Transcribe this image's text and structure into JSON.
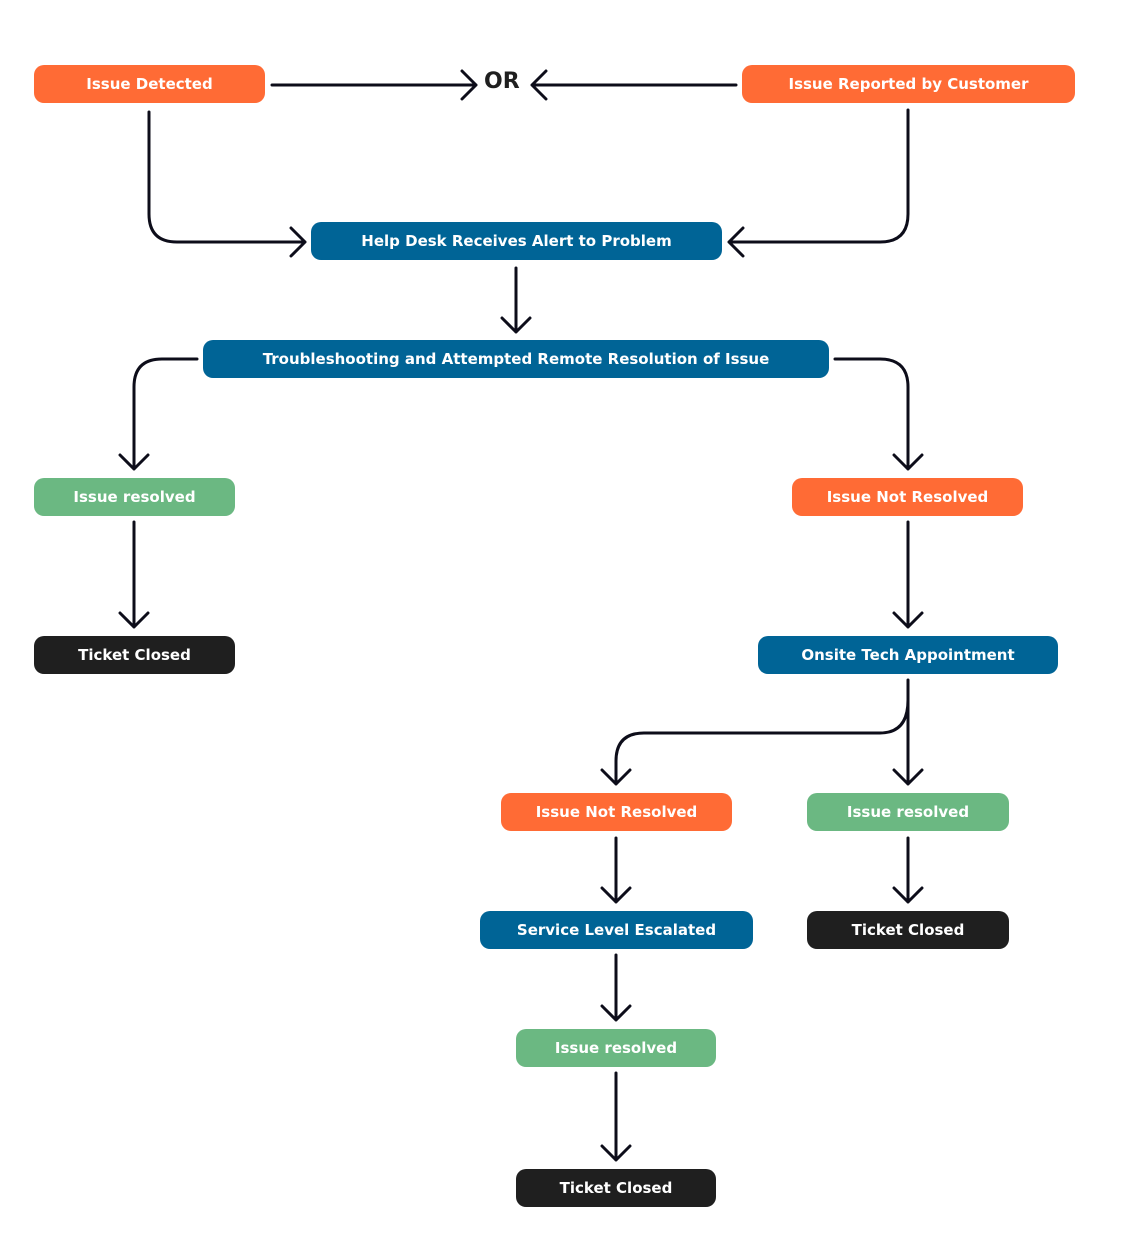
{
  "nodes": {
    "issue_detected": "Issue Detected",
    "or": "OR",
    "issue_reported": "Issue Reported by Customer",
    "help_desk": "Help Desk Receives Alert to Problem",
    "troubleshooting": "Troubleshooting and Attempted Remote Resolution of Issue",
    "resolved_1": "Issue resolved",
    "not_resolved_1": "Issue Not Resolved",
    "closed_1": "Ticket Closed",
    "onsite": "Onsite Tech Appointment",
    "not_resolved_2": "Issue Not Resolved",
    "resolved_2": "Issue resolved",
    "escalated": "Service Level Escalated",
    "closed_2": "Ticket Closed",
    "resolved_3": "Issue resolved",
    "closed_3": "Ticket Closed"
  },
  "colors": {
    "problem": "#ff6b35",
    "process": "#006496",
    "resolved": "#6bb882",
    "closed": "#1f1f1f",
    "arrow": "#0d0d1a"
  }
}
